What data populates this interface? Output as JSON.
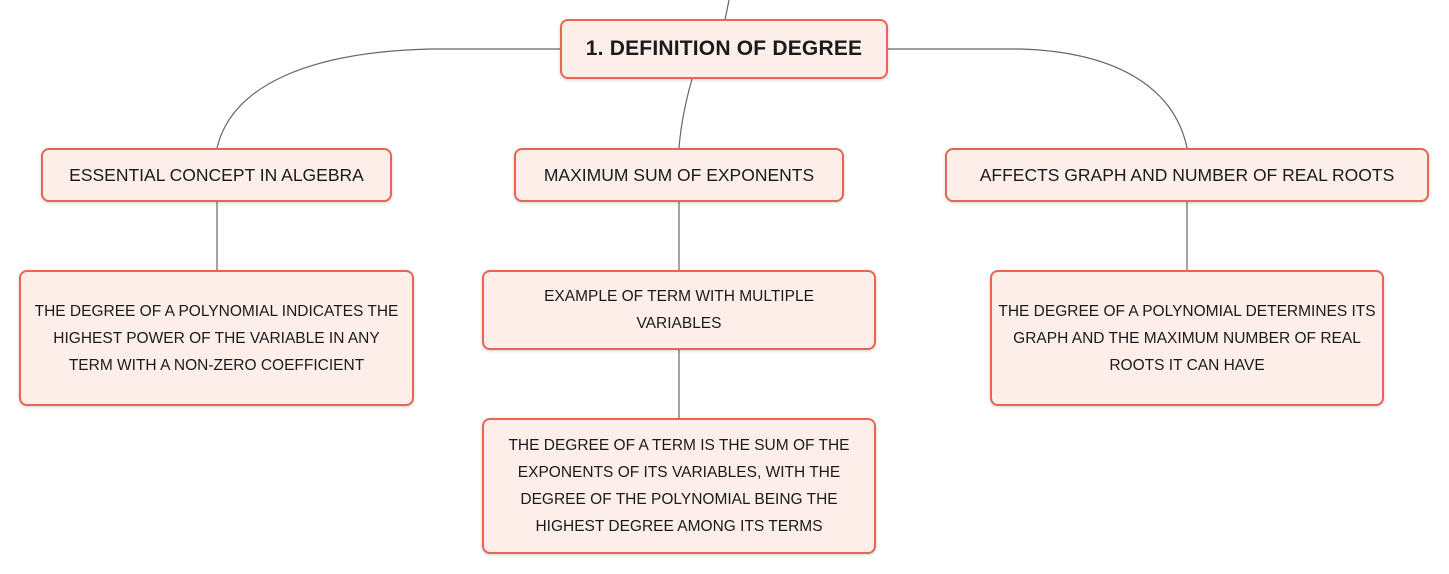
{
  "diagram": {
    "root": {
      "label": "1. DEFINITION OF DEGREE"
    },
    "branches": [
      {
        "label": "ESSENTIAL CONCEPT IN ALGEBRA",
        "children": [
          {
            "label": "THE DEGREE OF A POLYNOMIAL INDICATES THE HIGHEST POWER OF THE VARIABLE IN ANY TERM WITH A NON-ZERO COEFFICIENT"
          }
        ]
      },
      {
        "label": "MAXIMUM SUM OF EXPONENTS",
        "children": [
          {
            "label": "EXAMPLE OF TERM WITH MULTIPLE VARIABLES"
          },
          {
            "label": "THE DEGREE OF A TERM IS THE SUM OF THE EXPONENTS OF ITS VARIABLES, WITH THE DEGREE OF THE POLYNOMIAL BEING THE HIGHEST DEGREE AMONG ITS TERMS"
          }
        ]
      },
      {
        "label": "AFFECTS GRAPH AND NUMBER OF REAL ROOTS",
        "children": [
          {
            "label": "THE DEGREE OF A POLYNOMIAL DETERMINES ITS GRAPH AND THE MAXIMUM NUMBER OF REAL ROOTS IT CAN HAVE"
          }
        ]
      }
    ]
  },
  "colors": {
    "node_border": "#e86552",
    "node_fill": "#fdeeea",
    "connector": "#666666"
  }
}
